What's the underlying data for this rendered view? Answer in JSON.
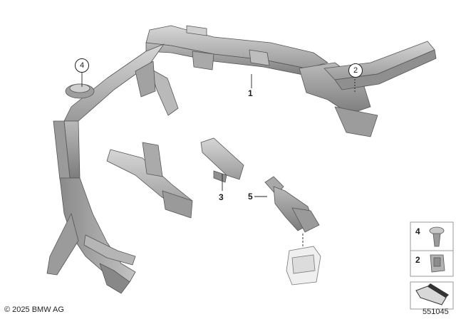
{
  "callouts": {
    "part_1": "1",
    "part_2_circled": "2",
    "part_3": "3",
    "part_4_circled": "4",
    "part_5": "5"
  },
  "legend": {
    "item_a": "4",
    "item_b": "2"
  },
  "footer": {
    "copyright": "© 2025 BMW AG",
    "diagram_id": "551045"
  }
}
